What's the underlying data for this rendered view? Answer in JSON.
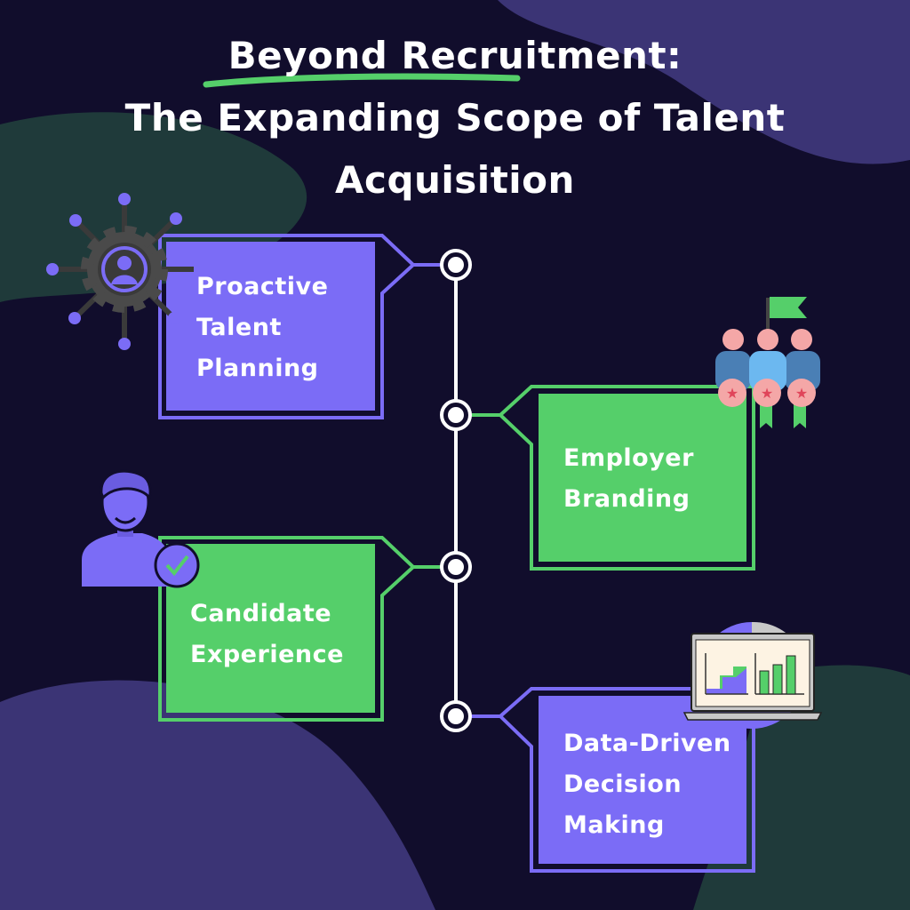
{
  "title": {
    "line1": "Beyond Recruitment:",
    "line2": "The Expanding Scope of Talent",
    "line3": "Acquisition"
  },
  "steps": [
    {
      "line1": "Proactive",
      "line2": "Talent",
      "line3": "Planning",
      "color": "#7b6cf6",
      "icon": "gear-person-icon"
    },
    {
      "line1": "Employer",
      "line2": "Branding",
      "color": "#55cf6a",
      "icon": "team-flag-icon"
    },
    {
      "line1": "Candidate",
      "line2": "Experience",
      "color": "#55cf6a",
      "icon": "person-check-icon"
    },
    {
      "line1": "Data-Driven",
      "line2": "Decision",
      "line3": "Making",
      "color": "#7b6cf6",
      "icon": "laptop-chart-icon"
    }
  ],
  "colors": {
    "background": "#110d2c",
    "purple": "#7b6cf6",
    "green": "#55cf6a"
  }
}
